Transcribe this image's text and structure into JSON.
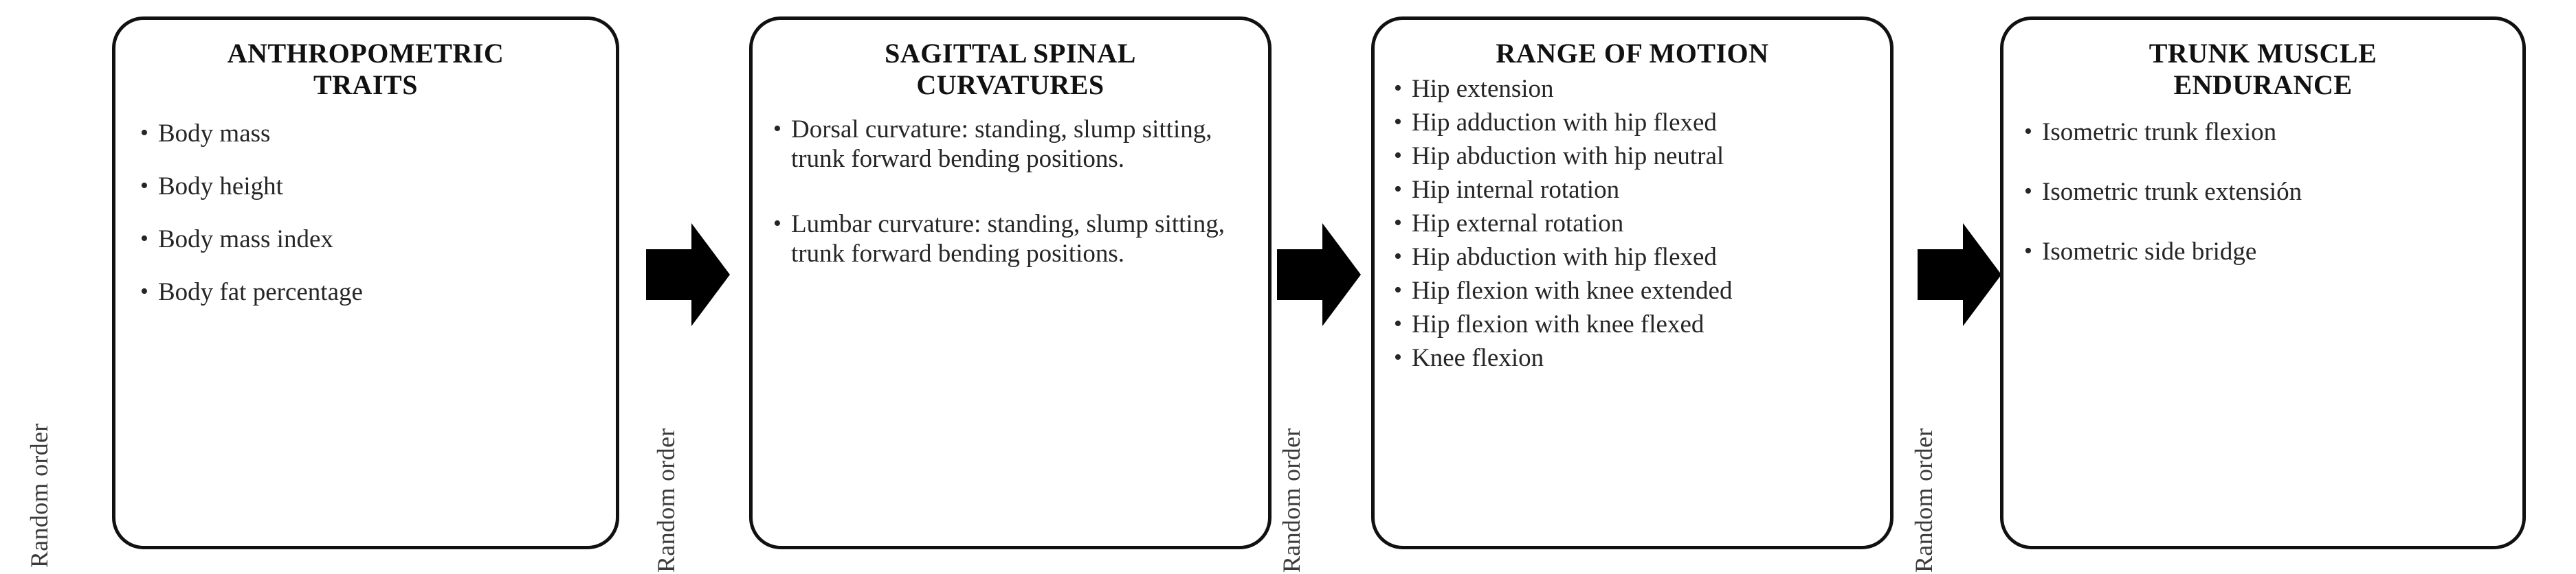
{
  "diagram": {
    "type": "process-flow",
    "orientation": "left-to-right",
    "connector_label": "Random order",
    "connector_labels": [
      "Random order",
      "Random order",
      "Random order",
      "Random order"
    ],
    "arrow_color": "#000000",
    "box_border_color": "#111111",
    "background_color": "#ffffff",
    "text_color": "#262626",
    "stages": [
      {
        "title_lines": [
          "ANTHROPOMETRIC",
          "TRAITS"
        ],
        "title": "ANTHROPOMETRIC TRAITS",
        "items": [
          "Body mass",
          "Body height",
          "Body mass index",
          "Body fat percentage"
        ]
      },
      {
        "title_lines": [
          "SAGITTAL SPINAL",
          "CURVATURES"
        ],
        "title": "SAGITTAL SPINAL CURVATURES",
        "items": [
          "Dorsal curvature: standing, slump sitting, trunk forward bending positions.",
          "Lumbar curvature: standing, slump sitting, trunk forward bending positions."
        ]
      },
      {
        "title_lines": [
          "RANGE OF MOTION"
        ],
        "title": "RANGE OF MOTION",
        "items": [
          "Hip extension",
          "Hip adduction with hip flexed",
          "Hip abduction with hip neutral",
          "Hip internal rotation",
          "Hip external rotation",
          "Hip abduction with hip flexed",
          "Hip flexion with knee extended",
          "Hip flexion with knee flexed",
          "Knee flexion"
        ]
      },
      {
        "title_lines": [
          "TRUNK MUSCLE",
          "ENDURANCE"
        ],
        "title": "TRUNK MUSCLE ENDURANCE",
        "items": [
          "Isometric trunk flexion",
          "Isometric trunk extensión",
          "Isometric side bridge"
        ]
      }
    ]
  }
}
